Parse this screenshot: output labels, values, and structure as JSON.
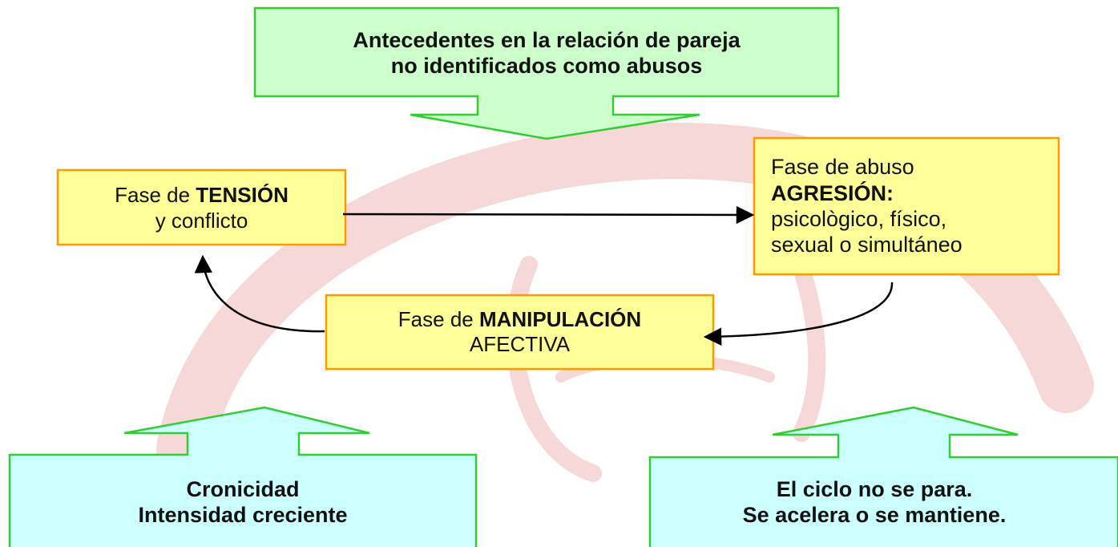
{
  "top_arrow": {
    "line1": "Antecedentes en la relación de pareja",
    "line2": "no identificados como abusos"
  },
  "tension": {
    "prefix": "Fase de ",
    "bold": "TENSIÓN",
    "line2": "y conflicto"
  },
  "abuse": {
    "line1": "Fase de abuso",
    "bold": "AGRESIÓN:",
    "line3": "psicològico, físico,",
    "line4": "sexual o simultáneo"
  },
  "manipulation": {
    "prefix": "Fase de ",
    "bold": "MANIPULACIÓN",
    "line2": "AFECTIVA"
  },
  "left_arrow": {
    "line1": "Cronicidad",
    "line2": "Intensidad creciente"
  },
  "right_arrow": {
    "line1": "El ciclo no se para.",
    "line2": "Se acelera o se mantiene."
  },
  "colors": {
    "green_fill": "#ccffcc",
    "green_stroke": "#33cc33",
    "yellow_fill": "#ffff99",
    "orange_stroke": "#ff9900",
    "cyan_fill": "#ccffff",
    "watermark": "#f7dddd"
  }
}
